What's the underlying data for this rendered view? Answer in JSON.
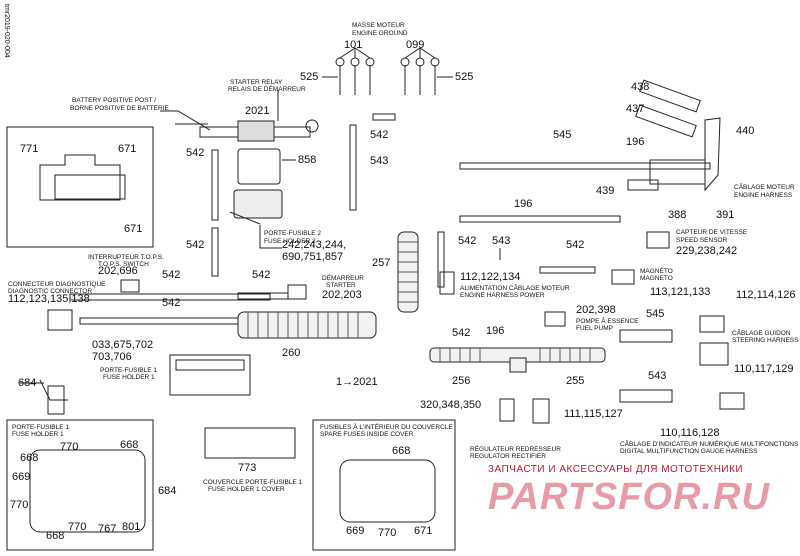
{
  "doc_id": "tmr2019-020-004",
  "labels": {
    "masse": "MASSE MOTEUR",
    "engine_ground": "ENGINE GROUND",
    "starter_relay": "STARTER RELAY",
    "relais": "RELAIS DE DÉMARREUR",
    "battery_post": "BATTERY POSITIVE POST /",
    "borne": "BORNE POSITIVE DE BATTERIE",
    "pf2": "PORTE-FUSIBLE 2",
    "fh2": "FUSE HOLDER 2",
    "tops_fr": "INTERRUPTEUR T.O.P.S.",
    "tops_en": "T.O.P.S. SWITCH",
    "diag_fr": "CONNECTEUR DIAGNOSTIQUE",
    "diag_en": "DIAGNOSTIC CONNECTOR",
    "dem_fr": "DÉMARREUR",
    "dem_en": "STARTER",
    "pf1": "PORTE-FUSIBLE 1",
    "fh1": "FUSE HOLDER 1",
    "pf1_box": "PORTE-FUSIBLE 1",
    "fh1_box": "FUSE HOLDER 1",
    "cover_fr": "COUVERCLE PORTE-FUSIBLE 1",
    "cover_en": "FUSE HOLDER 1 COVER",
    "spare_fr": "FUSIBLES À L'INTÉRIEUR DU COUVERCLE",
    "spare_en": "SPARE FUSES INSIDE COVER",
    "cab_moteur_fr": "CÂBLAGE MOTEUR",
    "cab_moteur_en": "ENGINE HARNESS",
    "capteur_fr": "CAPTEUR DE VITESSE",
    "capteur_en": "SPEED SENSOR",
    "magneto_fr": "MAGNÉTO",
    "magneto_en": "MAGNETO",
    "alim_fr": "ALIMENTATION CÂBLAGE MOTEUR",
    "alim_en": "ENGINE HARNESS POWER",
    "pompe_fr": "POMPE À ESSENCE",
    "pompe_en": "FUEL PUMP",
    "guidon_fr": "CÂBLAGE GUIDON",
    "guidon_en": "STEERING HARNESS",
    "reg_fr": "RÉGULATEUR REDRESSEUR",
    "reg_en": "REGULATOR RECTIFIER",
    "cab_ind_fr": "CÂBLAGE D'INDICATEUR NUMÉRIQUE MULTIFONCTIONS",
    "cab_ind_en": "DIGITAL MULTIFUNCTION GAUGE HARNESS"
  },
  "parts": {
    "p101": "101",
    "p099": "099",
    "p525a": "525",
    "p525b": "525",
    "p2021": "2021",
    "p542_top": "542",
    "p543_top": "543",
    "p545_top": "545",
    "p438": "438",
    "p437": "437",
    "p440": "440",
    "p196_top": "196",
    "p439": "439",
    "p388": "388",
    "p391": "391",
    "p771": "771",
    "p671a": "671",
    "p671b": "671",
    "p542_l1": "542",
    "p542_l2": "542",
    "p858": "858",
    "p242": "242,243,244,",
    "p690": "690,751,857",
    "p257": "257",
    "p196_mid": "196",
    "p543_mid": "543",
    "p542_mid": "542",
    "p542_mid2": "542",
    "p229": "229,238,242",
    "p202_696": "202,696",
    "p542_r1": "542",
    "p542_r2": "542",
    "p542_r3": "542",
    "p202_203": "202,203",
    "p112_138": "112,123,135,138",
    "p112_134": "112,122,134",
    "p113": "113,121,133",
    "p112_126": "112,114,126",
    "p202_398": "202,398",
    "p542_low": "542",
    "p196_low": "196",
    "p545_low": "545",
    "p033": "033,675,702",
    "p703": "703,706",
    "p260": "260",
    "p1_2021": "1→2021",
    "p256": "256",
    "p255": "255",
    "p110_129": "110,117,129",
    "p543_low": "543",
    "p110_128": "110,116,128",
    "p684a": "684",
    "p320": "320,348,350",
    "p111": "111,115,127",
    "p770a": "770",
    "p668a": "668",
    "p668b": "668",
    "p669a": "669",
    "p770b": "770",
    "p770c": "770",
    "p668c": "668",
    "p767": "767",
    "p801": "801",
    "p684b": "684",
    "p773": "773",
    "p668d": "668",
    "p669b": "669",
    "p770d": "770",
    "p671c": "671"
  },
  "watermark": {
    "text_ru": "ЗАПЧАСТИ И АКСЕССУАРЫ ДЛЯ МОТОТЕХНИКИ",
    "brand": "PARTSFOR.RU"
  }
}
